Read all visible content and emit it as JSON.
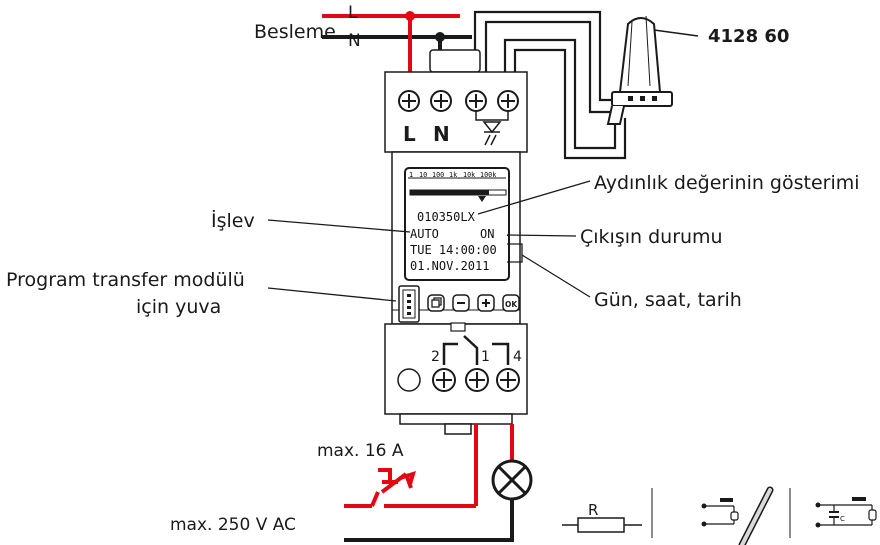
{
  "supply": {
    "label": "Besleme",
    "line_L": "L",
    "line_N": "N"
  },
  "sensor": {
    "part_number": "4128 60"
  },
  "device": {
    "terminal_L": "L",
    "terminal_N": "N",
    "scale_ticks": [
      "1",
      "10",
      "100",
      "1k",
      "10k",
      "100k"
    ],
    "lcd": {
      "value": "010350LX",
      "mode": "AUTO",
      "state": "ON",
      "time": "TUE 14:00:00",
      "date": "01.NOV.2011"
    },
    "buttons": [
      "copy",
      "minus",
      "plus",
      "ok"
    ],
    "ok_label": "OK",
    "relay_terminals": [
      "2",
      "1",
      "4"
    ]
  },
  "callouts": {
    "illuminance": "Aydınlık değerinin gösterimi",
    "function": "İşlev",
    "output": "Çıkışın durumu",
    "datetime": "Gün, saat, tarih",
    "module_line1": "Program transfer modülü",
    "module_line2": "için yuva"
  },
  "load": {
    "current": "max. 16 A",
    "voltage": "max. 250 V AC",
    "resistor_label": "R",
    "capacitor_label": "C"
  },
  "colors": {
    "phase": "#e30613",
    "neutral": "#1a1a1a",
    "device_body": "#ffffff",
    "lcd_bg": "#ffffff"
  }
}
